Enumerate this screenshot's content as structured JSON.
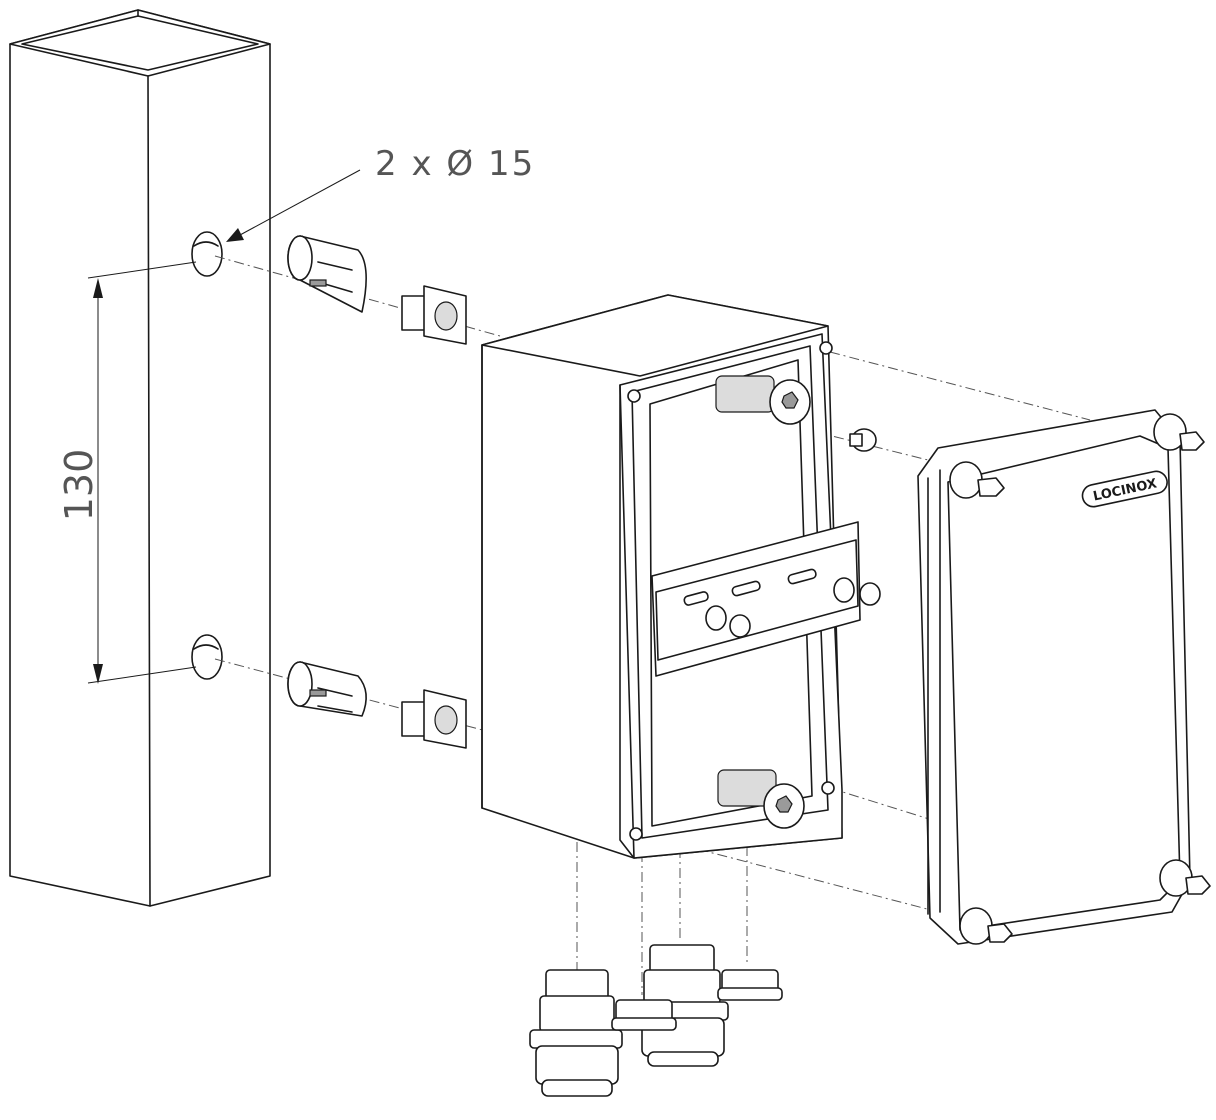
{
  "annotations": {
    "hole_callout": "2 x Ø 15",
    "spacing_dimension": "130"
  },
  "brand": {
    "logo_text": "LOCINOX"
  },
  "colors": {
    "line": "#1a1a1a",
    "dimension_text": "#555555",
    "background": "#ffffff"
  }
}
